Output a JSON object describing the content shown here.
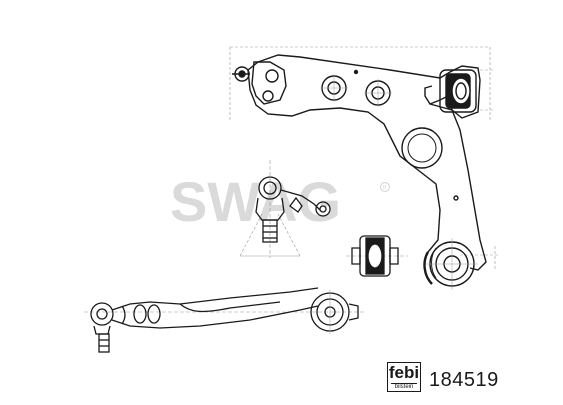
{
  "diagram": {
    "watermark": "SWAG",
    "watermark_color": "#d8d8d8",
    "line_color": "#1a1a1a",
    "dim_color": "#9a9a9a",
    "brand_box": {
      "name": "febi",
      "sub": "bilstein"
    },
    "part_number": "184519"
  }
}
